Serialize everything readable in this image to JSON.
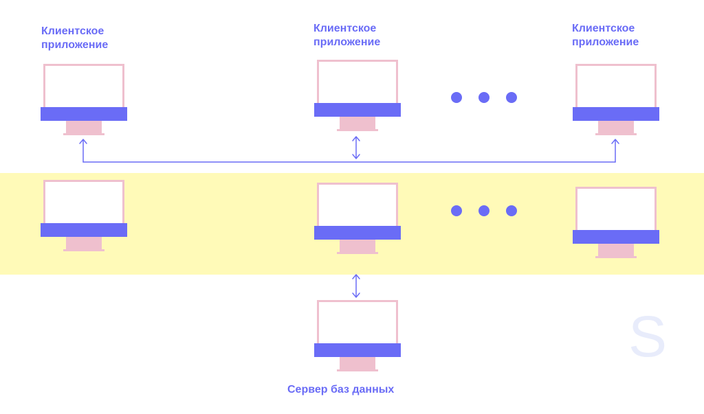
{
  "diagram": {
    "client_label": "Клиентское\nприложение",
    "server_label": "Сервер баз данных",
    "watermark": "S"
  },
  "colors": {
    "accent": "#6a6cf6",
    "monitor_frame": "#efc0ce",
    "app_server_band": "#fffab8"
  },
  "icons": [
    "monitor-icon",
    "ellipsis-dots",
    "double-arrow-icon"
  ]
}
